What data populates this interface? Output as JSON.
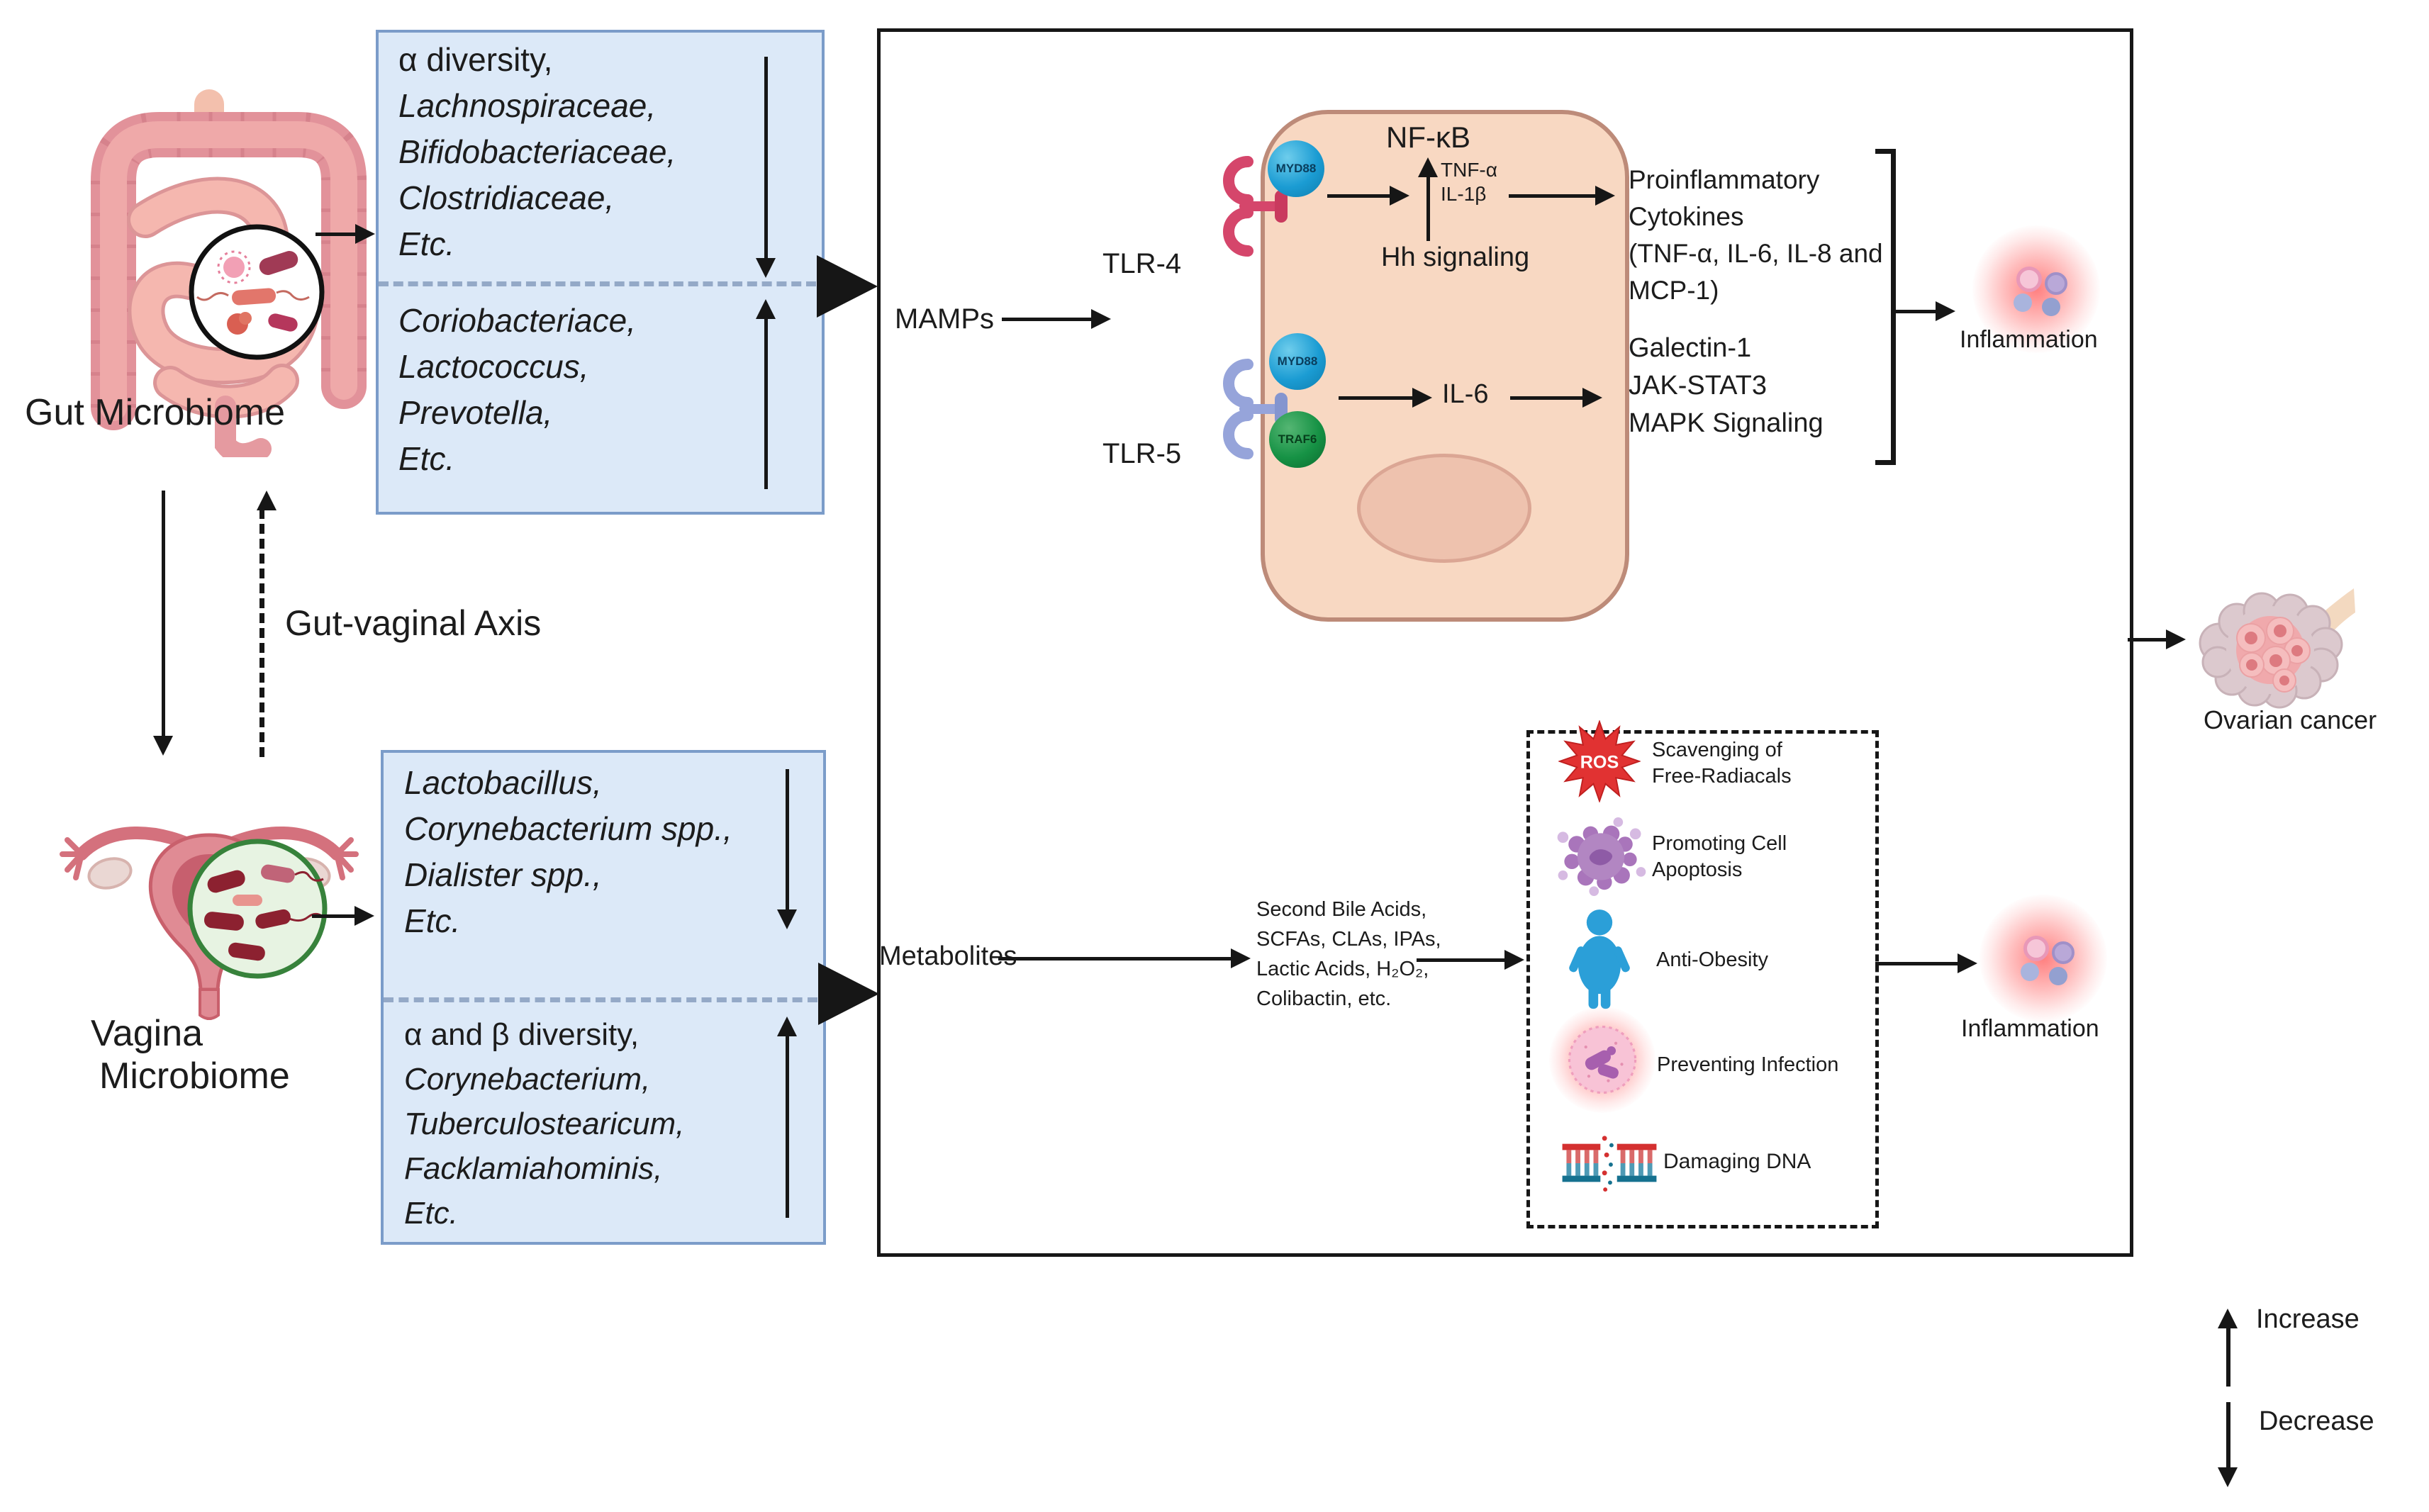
{
  "gut": {
    "label": "Gut Microbiome",
    "decreased": [
      "α diversity,",
      "Lachnospiraceae,",
      "Bifidobacteriaceae,",
      "Clostridiaceae,",
      "Etc."
    ],
    "increased": [
      "Coriobacteriace,",
      "Lactococcus,",
      "Prevotella,",
      "Etc."
    ]
  },
  "axis": {
    "label": "Gut-vaginal Axis"
  },
  "vagina": {
    "label": [
      "Vagina",
      "Microbiome"
    ],
    "decreased": [
      "Lactobacillus,",
      "Corynebacterium spp.,",
      "Dialister spp.,",
      "Etc."
    ],
    "increased": [
      "α and β diversity,",
      "Corynebacterium,",
      "Tuberculostearicum,",
      "Facklamiahominis,",
      "Etc."
    ]
  },
  "cell": {
    "mamps": "MAMPs",
    "tlr4": "TLR-4",
    "tlr5": "TLR-5",
    "myd88": "MYD88",
    "traf6": "TRAF6",
    "nfkb": "NF-κB",
    "tnfa": "TNF-α",
    "il1b": "IL-1β",
    "hh": "Hh signaling",
    "il6": "IL-6"
  },
  "outputs": {
    "proinflammatory": [
      "Proinflammatory",
      "Cytokines",
      "(TNF-α, IL-6, IL-8 and",
      "MCP-1)"
    ],
    "signaling": [
      "Galectin-1",
      "JAK-STAT3",
      "MAPK Signaling"
    ],
    "inflammation_top": "Inflammation",
    "inflammation_bottom": "Inflammation",
    "ovarian_cancer": "Ovarian cancer"
  },
  "metabolites": {
    "label": "Metabolites",
    "list": [
      "Second Bile Acids,",
      "SCFAs, CLAs, IPAs,",
      "Lactic Acids, H₂O₂,",
      "Colibactin, etc."
    ],
    "effects": {
      "ros_badge": "ROS",
      "scavenging": [
        "Scavenging of",
        "Free-Radiacals"
      ],
      "apoptosis": [
        "Promoting Cell",
        "Apoptosis"
      ],
      "anti_obesity": "Anti-Obesity",
      "preventing_infection": "Preventing Infection",
      "damaging_dna": "Damaging DNA"
    }
  },
  "legend": {
    "increase": "Increase",
    "decrease": "Decrease"
  },
  "colors": {
    "bluebox_fill": "#dce9f8",
    "bluebox_border": "#7b9cc9",
    "cell_fill": "#f8d8c2",
    "cell_border": "#bd8b79",
    "myd88_blue": "#1b9cd3",
    "traf6_green": "#169245",
    "tlr4_red": "#d5466b",
    "tlr5_periwinkle": "#96a4da",
    "ros_red": "#e13232",
    "apoptosis_purple": "#b286c2",
    "obesity_blue": "#2b9fd8",
    "infection_pink": "#f8c3d6",
    "dna_red": "#d43030",
    "dna_teal": "#15718f",
    "inflammation_glow": "#ff6e6e"
  }
}
